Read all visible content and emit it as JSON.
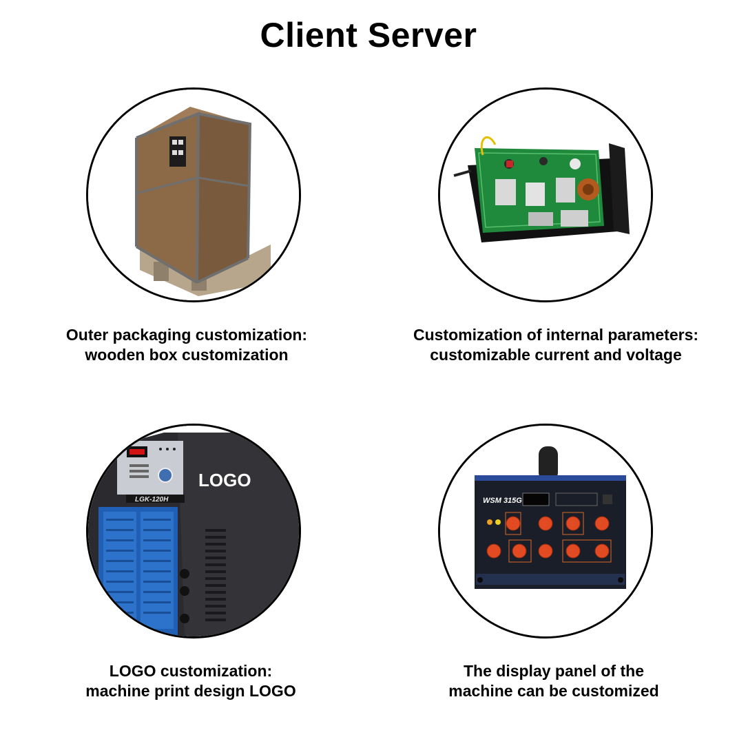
{
  "page": {
    "title": "Client Server"
  },
  "items": [
    {
      "line1": "Outer packaging customization:",
      "line2": "wooden box customization"
    },
    {
      "line1": "Customization of internal parameters:",
      "line2": "customizable current and voltage"
    },
    {
      "line1": "LOGO customization:",
      "line2": "machine print design LOGO",
      "image_text": "LOGO",
      "model_text": "LGK-120H"
    },
    {
      "line1": "The display panel of the",
      "line2": "machine can be customized",
      "panel_text": "WSM 315G"
    }
  ]
}
